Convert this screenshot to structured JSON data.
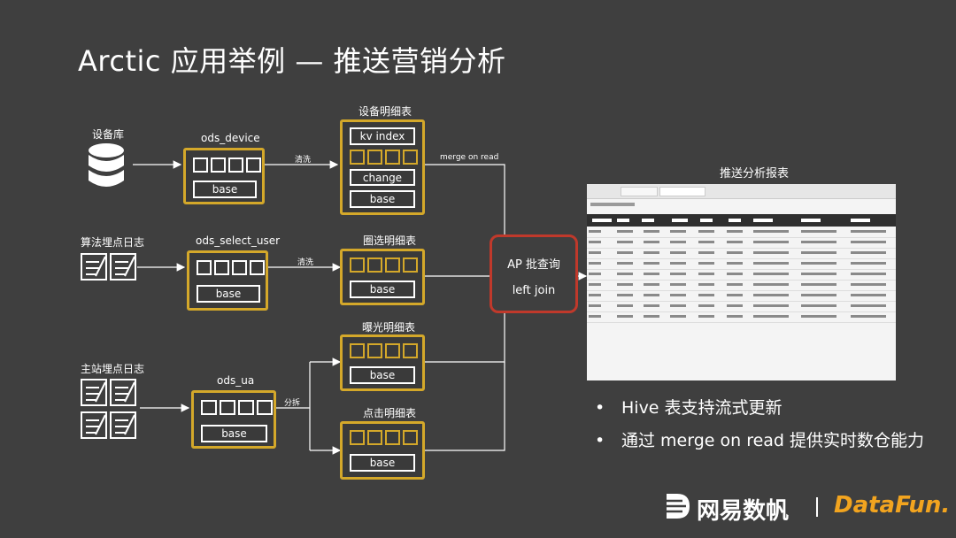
{
  "title": "Arctic 应用举例 — 推送营销分析",
  "sources": {
    "device_lib": "设备库",
    "algo_log": "算法埋点日志",
    "main_log": "主站埋点日志"
  },
  "ods": {
    "device": "ods_device",
    "select_user": "ods_select_user",
    "ua": "ods_ua",
    "base": "base"
  },
  "edges": {
    "clean1": "清洗",
    "clean2": "清洗",
    "split": "分拆",
    "merge": "merge on read"
  },
  "tables": {
    "device_detail": "设备明细表",
    "kv_index": "kv index",
    "change": "change",
    "base": "base",
    "circle_detail": "圈选明细表",
    "expose_detail": "曝光明细表",
    "click_detail": "点击明细表"
  },
  "query": {
    "line1": "AP 批查询",
    "line2": "left join"
  },
  "report": {
    "title": "推送分析报表"
  },
  "bullets": [
    "Hive 表支持流式更新",
    "通过 merge on read 提供实时数仓能力"
  ],
  "logos": {
    "netease": "网易数帆",
    "datafun": "DataFun."
  },
  "colors": {
    "background": "#3f3f3f",
    "accent_yellow": "#d4a82a",
    "query_red": "#c0392b",
    "datafun_orange": "#f2a41f"
  }
}
